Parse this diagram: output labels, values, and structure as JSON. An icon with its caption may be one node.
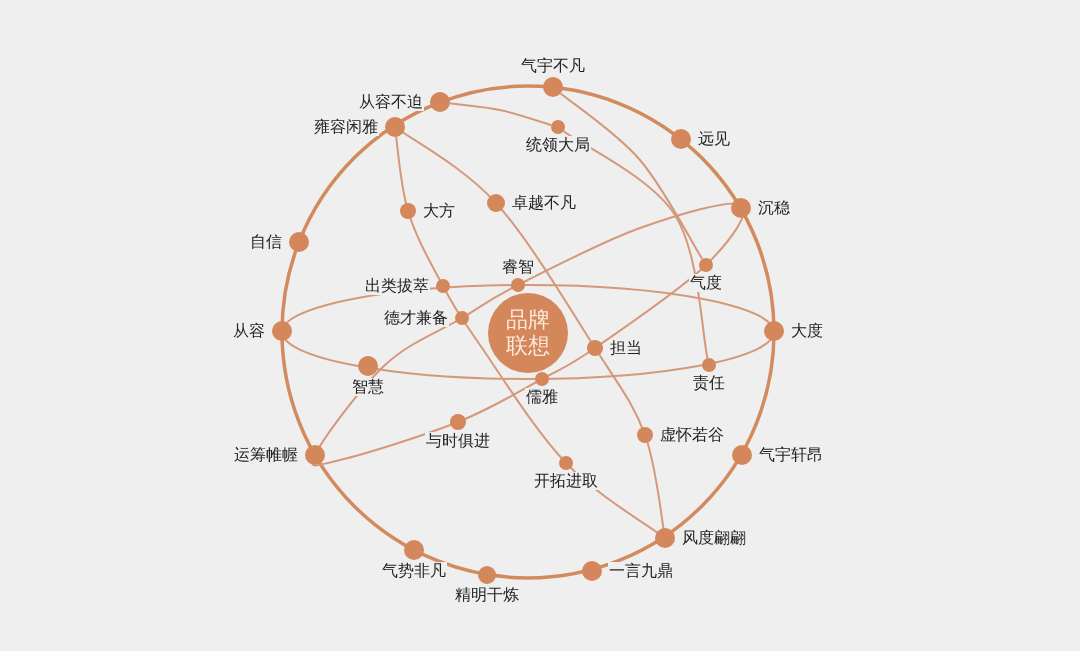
{
  "diagram": {
    "nodes": [
      {
        "text": [
          "气宇不凡"
        ]
      },
      {
        "text": [
          "从容不迫"
        ]
      },
      {
        "text": [
          "雍容闲雅"
        ]
      },
      {
        "text": [
          "统领大局"
        ]
      },
      {
        "text": [
          "远见"
        ]
      },
      {
        "text": [
          "卓越不凡"
        ]
      },
      {
        "text": [
          "沉稳"
        ]
      },
      {
        "text": [
          "大方"
        ]
      },
      {
        "text": [
          "自信"
        ]
      },
      {
        "text": [
          "气度"
        ]
      },
      {
        "text": [
          "睿智"
        ]
      },
      {
        "text": [
          "出类拔萃"
        ]
      },
      {
        "text": [
          "德才兼备"
        ]
      },
      {
        "text": [
          "品牌联想"
        ]
      },
      {
        "text": [
          "从容"
        ]
      },
      {
        "text": [
          "大度"
        ]
      },
      {
        "text": [
          "担当"
        ]
      },
      {
        "text": [
          "智慧"
        ]
      },
      {
        "text": [
          "责任"
        ]
      },
      {
        "text": [
          "儒雅"
        ]
      },
      {
        "text": [
          "虚怀若谷"
        ]
      },
      {
        "text": [
          "与时俱进"
        ]
      },
      {
        "text": [
          "运筹帷幄"
        ]
      },
      {
        "text": [
          "气宇轩昂"
        ]
      },
      {
        "text": [
          "开拓进取"
        ]
      },
      {
        "text": [
          "风度翩翩"
        ]
      },
      {
        "text": [
          "气势非凡"
        ]
      },
      {
        "text": [
          "一言九鼎"
        ]
      },
      {
        "text": [
          "精明干炼"
        ]
      }
    ],
    "edges": [
      {
        "from": 0,
        "to": 9,
        "arrow": "none"
      },
      {
        "from": 1,
        "to": 3,
        "arrow": "none"
      },
      {
        "from": 3,
        "to": 18,
        "arrow": "none"
      }
    ]
  }
}
